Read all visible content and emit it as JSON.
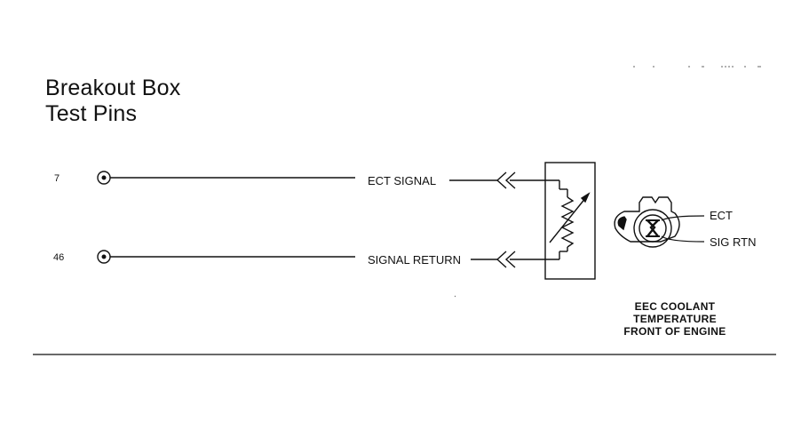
{
  "title": {
    "line1": "Breakout Box",
    "line2": "Test Pins"
  },
  "pins": [
    {
      "number": "7",
      "signal": "ECT SIGNAL"
    },
    {
      "number": "46",
      "signal": "SIGNAL RETURN"
    }
  ],
  "connector": {
    "labels": [
      "ECT",
      "SIG RTN"
    ]
  },
  "caption": [
    "EEC COOLANT",
    "TEMPERATURE",
    "FRONT OF ENGINE"
  ],
  "colors": {
    "ink": "#111111",
    "background": "#ffffff"
  }
}
